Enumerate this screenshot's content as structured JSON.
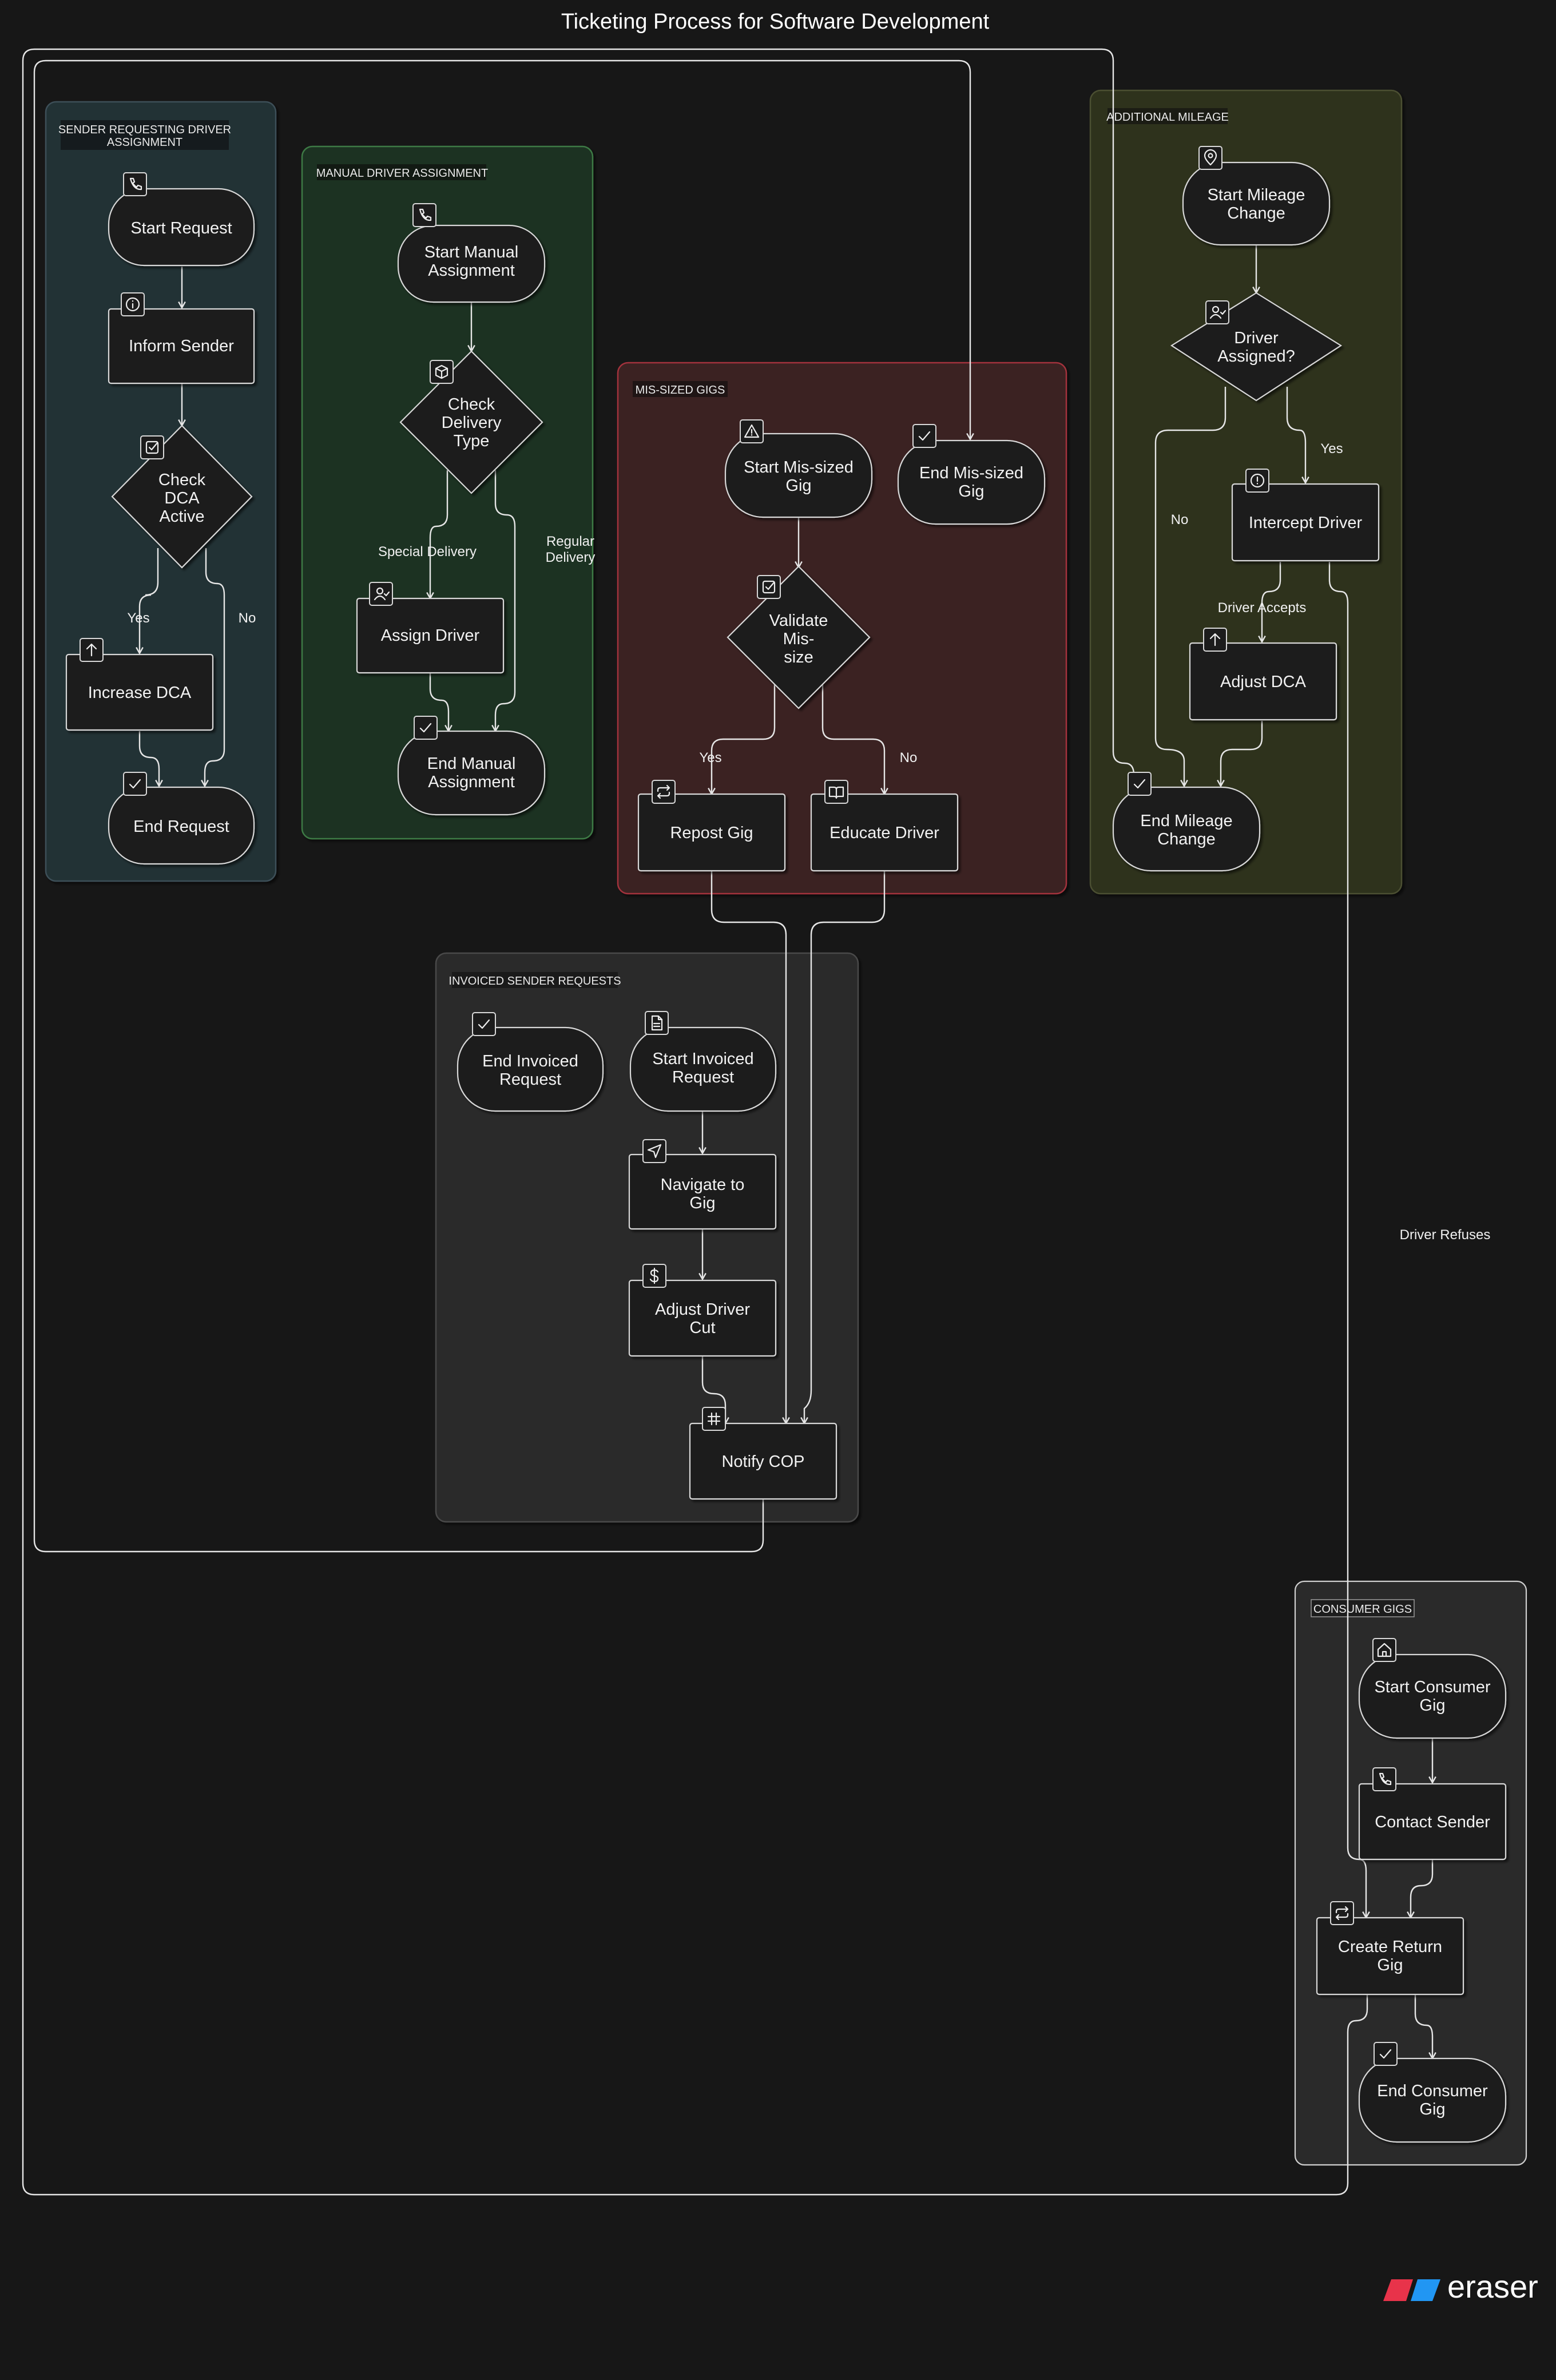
{
  "title": "Ticketing Process for Software Development",
  "brand": {
    "name": "eraser",
    "colors": [
      "#e8334a",
      "#2196f3"
    ]
  },
  "colors": {
    "background": "#171717",
    "node_fill": "#1c1c1c",
    "node_stroke": "#d8d8d8",
    "edge": "#e6e6e6",
    "group_sender": "#233036",
    "group_manual": "#1f3323",
    "group_missized": "#3a2222",
    "group_mileage": "#2d301f",
    "group_invoiced": "#2c2c2c",
    "group_consumer": "#2a2a2a"
  },
  "groups": {
    "sender": {
      "title_line1": "SENDER REQUESTING DRIVER",
      "title_line2": "ASSIGNMENT"
    },
    "manual": {
      "title": "MANUAL DRIVER ASSIGNMENT"
    },
    "missized": {
      "title": "MIS-SIZED GIGS"
    },
    "mileage": {
      "title": "ADDITIONAL MILEAGE"
    },
    "invoiced": {
      "title": "INVOICED SENDER REQUESTS"
    },
    "consumer": {
      "title": "CONSUMER GIGS"
    }
  },
  "nodes": {
    "start_request": {
      "label": "Start Request",
      "icon": "phone-icon"
    },
    "inform_sender": {
      "label": "Inform Sender",
      "icon": "info-icon"
    },
    "check_dca": {
      "line1": "Check",
      "line2": "DCA",
      "line3": "Active",
      "icon": "check-square-icon"
    },
    "increase_dca": {
      "label": "Increase DCA",
      "icon": "arrow-up-icon"
    },
    "end_request": {
      "label": "End Request",
      "icon": "check-icon"
    },
    "start_manual": {
      "line1": "Start Manual",
      "line2": "Assignment",
      "icon": "phone-icon"
    },
    "check_delivery": {
      "line1": "Check",
      "line2": "Delivery",
      "line3": "Type",
      "icon": "box-icon"
    },
    "assign_driver": {
      "label": "Assign Driver",
      "icon": "user-icon"
    },
    "end_manual": {
      "line1": "End Manual",
      "line2": "Assignment",
      "icon": "check-icon"
    },
    "start_missized": {
      "line1": "Start Mis-sized",
      "line2": "Gig",
      "icon": "warning-icon"
    },
    "end_missized": {
      "line1": "End Mis-sized",
      "line2": "Gig",
      "icon": "check-icon"
    },
    "validate_missize": {
      "line1": "Validate",
      "line2": "Mis-",
      "line3": "size",
      "icon": "check-square-icon"
    },
    "repost_gig": {
      "label": "Repost Gig",
      "icon": "repeat-icon"
    },
    "educate_driver": {
      "label": "Educate Driver",
      "icon": "book-icon"
    },
    "start_mileage": {
      "line1": "Start Mileage",
      "line2": "Change",
      "icon": "map-pin-icon"
    },
    "driver_assigned": {
      "line1": "Driver",
      "line2": "Assigned?",
      "icon": "user-check-icon"
    },
    "intercept_driver": {
      "label": "Intercept Driver",
      "icon": "alert-circle-icon"
    },
    "adjust_dca": {
      "label": "Adjust DCA",
      "icon": "arrow-up-icon"
    },
    "end_mileage": {
      "line1": "End Mileage",
      "line2": "Change",
      "icon": "check-icon"
    },
    "end_invoiced": {
      "line1": "End Invoiced",
      "line2": "Request",
      "icon": "check-icon"
    },
    "start_invoiced": {
      "line1": "Start Invoiced",
      "line2": "Request",
      "icon": "file-icon"
    },
    "navigate_gig": {
      "line1": "Navigate to",
      "line2": "Gig",
      "icon": "navigation-icon"
    },
    "adjust_cut": {
      "line1": "Adjust Driver",
      "line2": "Cut",
      "icon": "dollar-icon"
    },
    "notify_cop": {
      "label": "Notify COP",
      "icon": "slack-icon"
    },
    "start_consumer": {
      "line1": "Start Consumer",
      "line2": "Gig",
      "icon": "home-icon"
    },
    "contact_sender": {
      "label": "Contact Sender",
      "icon": "phone-icon"
    },
    "create_return": {
      "line1": "Create Return",
      "line2": "Gig",
      "icon": "repeat-icon"
    },
    "end_consumer": {
      "line1": "End Consumer",
      "line2": "Gig",
      "icon": "check-icon"
    }
  },
  "edge_labels": {
    "dca_yes": "Yes",
    "dca_no": "No",
    "special": "Special Delivery",
    "regular_line1": "Regular",
    "regular_line2": "Delivery",
    "validate_yes": "Yes",
    "validate_no": "No",
    "assigned_yes": "Yes",
    "assigned_no": "No",
    "driver_accepts": "Driver Accepts",
    "driver_refuses": "Driver Refuses"
  }
}
